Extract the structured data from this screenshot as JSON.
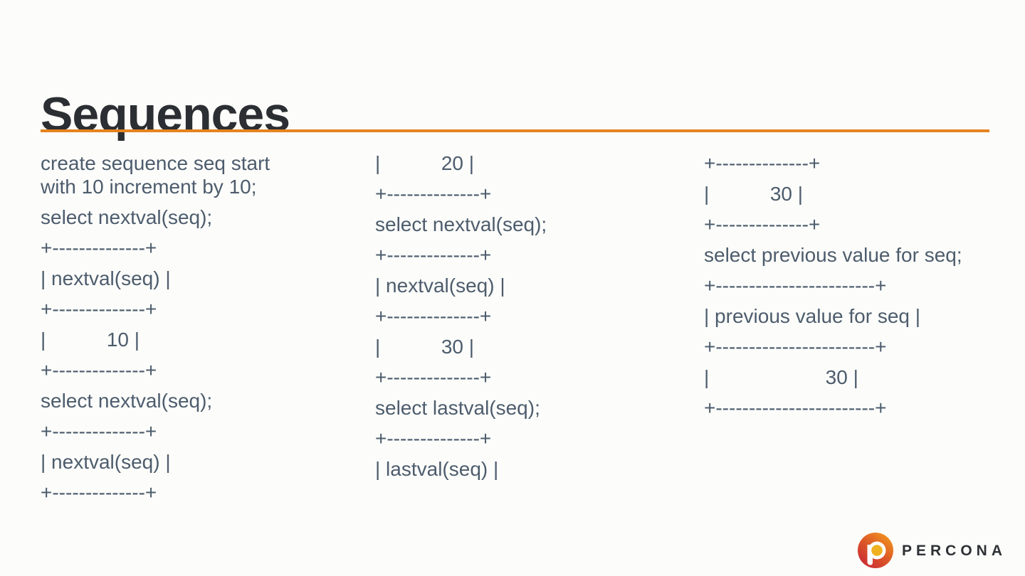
{
  "slide": {
    "title": "Sequences",
    "colors": {
      "background": "#fcfdfa",
      "accent": "#e5831f",
      "title": "#2b2e32",
      "body": "#4d5c6d",
      "brand_text": "#2e3135",
      "logo_orange": "#f0941f",
      "logo_mid": "#dd5728",
      "logo_red": "#c92b34",
      "logo_yellow": "#efb120"
    }
  },
  "content": {
    "columns": [
      {
        "lines": [
          "create sequence seq start with 10 increment by 10;",
          "select nextval(seq);",
          "+--------------+",
          "| nextval(seq) |",
          "+--------------+",
          "|           10 |",
          "+--------------+",
          "select nextval(seq);",
          "+--------------+",
          "| nextval(seq) |",
          "+--------------+"
        ]
      },
      {
        "lines": [
          "|           20 |",
          "+--------------+",
          "select nextval(seq);",
          "+--------------+",
          "| nextval(seq) |",
          "+--------------+",
          "|           30 |",
          "+--------------+",
          "select lastval(seq);",
          "+--------------+",
          "| lastval(seq) |"
        ]
      },
      {
        "lines": [
          "+--------------+",
          "|           30 |",
          "+--------------+",
          "select previous value for seq;",
          "+------------------------+",
          "| previous value for seq |",
          "+------------------------+",
          "|                     30 |",
          "+------------------------+"
        ]
      }
    ]
  },
  "footer": {
    "brand": "PERCONA"
  }
}
